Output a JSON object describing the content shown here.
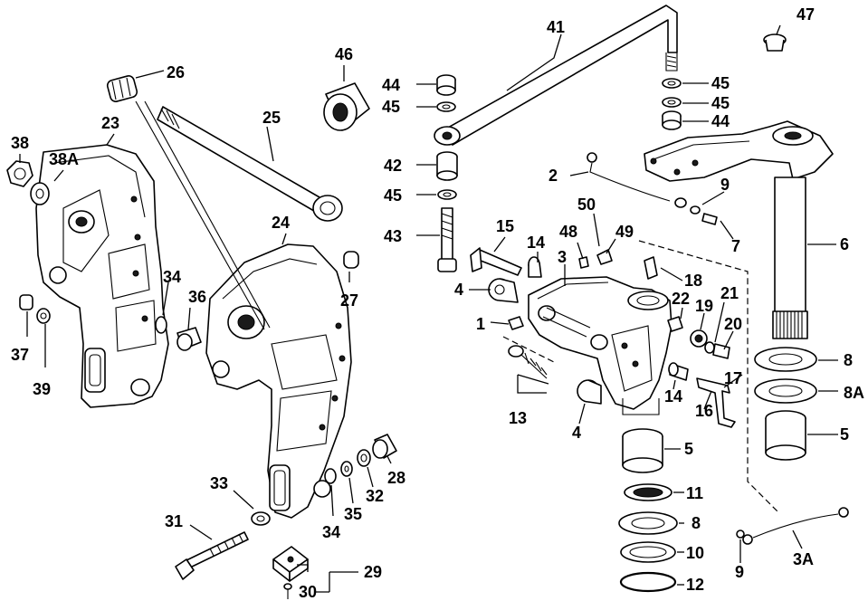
{
  "callouts": {
    "c1": "1",
    "c2": "2",
    "c3": "3",
    "c3A": "3A",
    "c4a": "4",
    "c4b": "4",
    "c5a": "5",
    "c5b": "5",
    "c6": "6",
    "c7": "7",
    "c8a": "8",
    "c8b": "8",
    "c8A": "8A",
    "c9a": "9",
    "c9b": "9",
    "c10": "10",
    "c11": "11",
    "c12": "12",
    "c13": "13",
    "c14a": "14",
    "c14b": "14",
    "c15": "15",
    "c16": "16",
    "c17": "17",
    "c18": "18",
    "c19": "19",
    "c20": "20",
    "c21": "21",
    "c22": "22",
    "c23": "23",
    "c24": "24",
    "c25": "25",
    "c26": "26",
    "c27": "27",
    "c28": "28",
    "c29": "29",
    "c30": "30",
    "c31": "31",
    "c32": "32",
    "c33": "33",
    "c34a": "34",
    "c34b": "34",
    "c35": "35",
    "c36": "36",
    "c37": "37",
    "c38": "38",
    "c38A": "38A",
    "c39": "39",
    "c41": "41",
    "c42": "42",
    "c43": "43",
    "c44a": "44",
    "c44b": "44",
    "c45a": "45",
    "c45b": "45",
    "c45c": "45",
    "c45d": "45",
    "c46": "46",
    "c47": "47",
    "c48": "48",
    "c49": "49",
    "c50": "50"
  }
}
